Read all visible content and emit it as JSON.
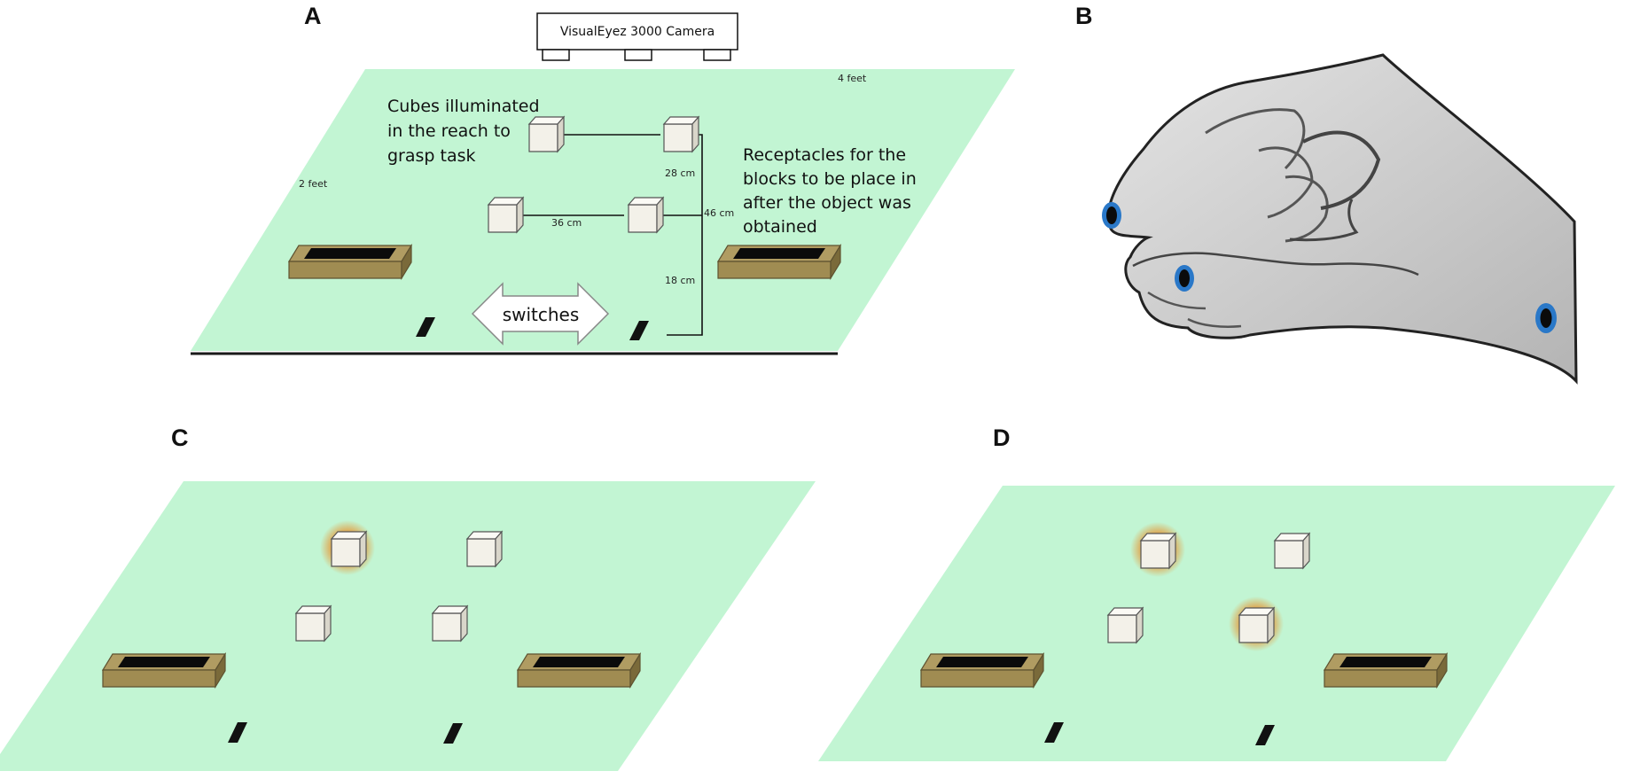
{
  "panels": {
    "a": {
      "letter": "A"
    },
    "b": {
      "letter": "B"
    },
    "c": {
      "letter": "C"
    },
    "d": {
      "letter": "D"
    }
  },
  "panel_a": {
    "camera_label": "VisualEyez 3000 Camera",
    "dim_width": "4 feet",
    "dim_depth": "2 feet",
    "cubes_note": [
      "Cubes illuminated",
      "in the reach to",
      "grasp task"
    ],
    "receptacles_note": [
      "Receptacles for the",
      "blocks to be place in",
      "after the object was",
      "obtained"
    ],
    "dist_28": "28 cm",
    "dist_36": "36 cm",
    "dist_46": "46 cm",
    "dist_18": "18 cm",
    "switches_label": "switches"
  },
  "colors": {
    "table": "#c2f5d3",
    "table_edge": "#1a1a1a",
    "receptacle": "#b09c62",
    "receptacle_dark": "#7a6a3a",
    "cube": "#f3f1e9",
    "glow": "#e8902a",
    "hand": "#cfcfcf",
    "marker": "#2a78c8"
  }
}
